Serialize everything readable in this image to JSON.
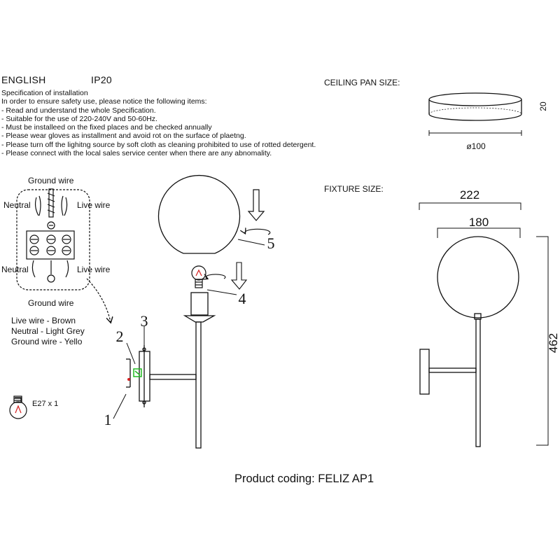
{
  "header": {
    "language": "ENGLISH",
    "ip_rating": "IP20"
  },
  "spec": {
    "title": "Specification of installation",
    "lines": [
      "In order to ensure safety use, please notice the following items:",
      "- Read and understand the whole Specification.",
      "- Suitable for the use of 220-240V and 50-60Hz.",
      "- Must be installeed on the fixed places and be checked annually",
      "- Please wear gloves as installment and avoid rot on the surface of plaetng.",
      "- Please turn off the lighitng source by soft cloth as cleaning prohibited to use of rotted detergent.",
      "- Please connect with the local sales service center when there are any abnomality."
    ]
  },
  "ceiling_pan": {
    "title": "CEILING PAN  SIZE:",
    "diameter": "ø100",
    "height": "20"
  },
  "fixture": {
    "title": "FIXTURE SIZE:",
    "width_total": "222",
    "globe_width": "180",
    "height": "462"
  },
  "wiring": {
    "ground_top": "Ground wire",
    "neutral_top": "Neutral",
    "live_top": "Live wire",
    "neutral_bottom": "Neutral",
    "live_bottom": "Live wire",
    "ground_bottom": "Ground wire",
    "legend": [
      "Live wire - Brown",
      "Neutral - Light Grey",
      "Ground wire - Yello"
    ]
  },
  "bulb": {
    "label": "E27 x 1"
  },
  "parts": {
    "p1": "1",
    "p2": "2",
    "p3": "3",
    "p4": "4",
    "p5": "5"
  },
  "footer": {
    "product_coding": "Product coding: FELIZ AP1"
  },
  "colors": {
    "line": "#111111",
    "bulb_filament": "#d62020",
    "terminal_green": "#22bb22"
  }
}
